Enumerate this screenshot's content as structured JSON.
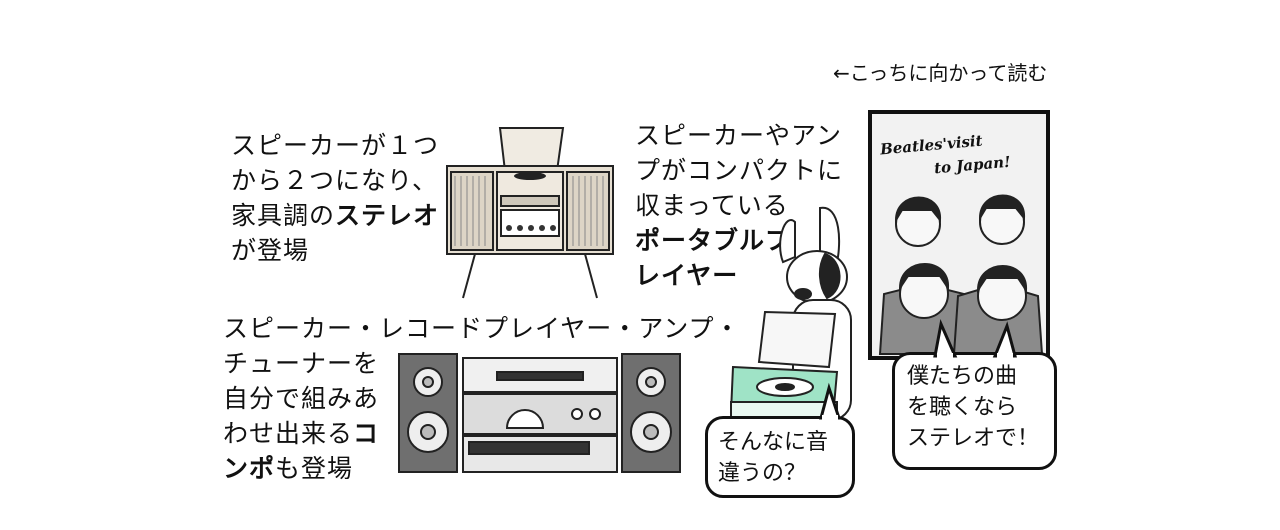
{
  "reading_direction": "←こっちに向かって読む",
  "sections": {
    "furniture_stereo": {
      "lines": [
        "スピーカーが１つ",
        "から２つになり、",
        "家具調の",
        "が登場"
      ],
      "bold_term": "ステレオ"
    },
    "portable_player": {
      "lines": [
        "スピーカーやアン",
        "プがコンパクトに",
        "収まっている"
      ],
      "bold_terms": [
        "ポータブルプ",
        "レイヤー"
      ]
    },
    "component_stereo": {
      "lines": [
        "スピーカー・レコードプレイヤー・アンプ・",
        "チューナーを",
        "自分で組みあ",
        "わせ出来る"
      ],
      "bold_term_a": "コ",
      "bold_term_b": "ンポ",
      "tail": "も登場"
    }
  },
  "poster": {
    "title_line1": "Beatles'visit",
    "title_line2": "to Japan!"
  },
  "speech": {
    "dog": [
      "そんなに音",
      "違うの？"
    ],
    "beatles": [
      "僕たちの曲",
      "を聴くなら",
      "ステレオで！"
    ]
  },
  "colors": {
    "console_wood": "#e6dfd2",
    "portable_green": "#9fe3c6",
    "speaker_gray": "#6f6f6f",
    "poster_bg": "#f2f2f2"
  }
}
